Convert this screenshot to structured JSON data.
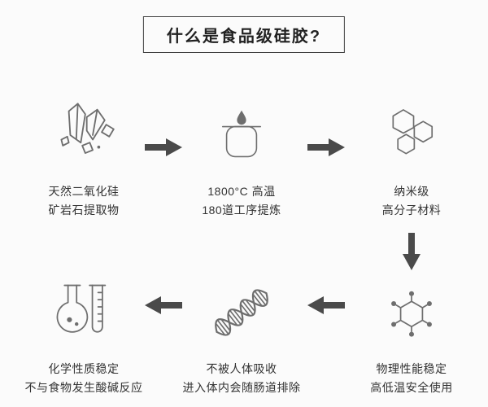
{
  "title": "什么是食品级硅胶?",
  "steps": [
    {
      "name": "raw-material",
      "icon": "crystal-mineral-icon",
      "line1": "天然二氧化硅",
      "line2": "矿岩石提取物"
    },
    {
      "name": "high-temp-refining",
      "icon": "melting-pot-icon",
      "line1": "1800°C 高温",
      "line2": "180道工序提炼"
    },
    {
      "name": "nano-material",
      "icon": "hexagon-cells-icon",
      "line1": "纳米级",
      "line2": "高分子材料"
    },
    {
      "name": "physical-stability",
      "icon": "molecule-icon",
      "line1": "物理性能稳定",
      "line2": "高低温安全使用"
    },
    {
      "name": "not-absorbed",
      "icon": "dna-icon",
      "line1": "不被人体吸收",
      "line2": "进入体内会随肠道排除"
    },
    {
      "name": "chemical-stability",
      "icon": "flask-tube-icon",
      "line1": "化学性质稳定",
      "line2": "不与食物发生酸碱反应"
    }
  ],
  "colors": {
    "background": "#fbfbfb",
    "arrow": "#4a4a4a",
    "icon_stroke": "#6e6e6e",
    "text": "#333333",
    "title_border": "#3f3f3f"
  }
}
